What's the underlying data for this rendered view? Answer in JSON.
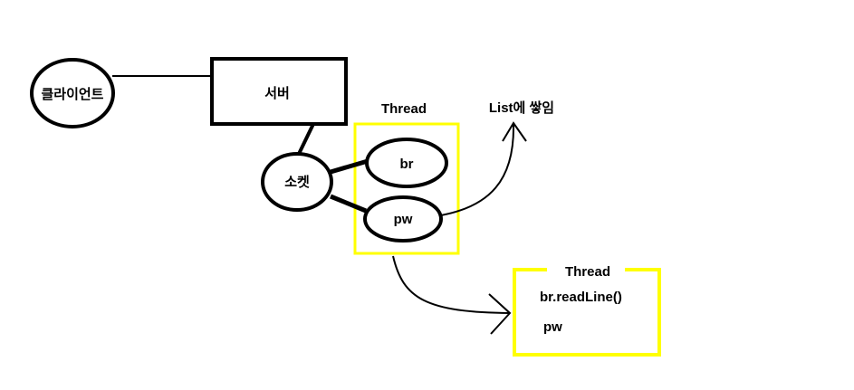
{
  "nodes": {
    "client": "클라이언트",
    "server": "서버",
    "socket": "소켓",
    "br": "br",
    "pw": "pw"
  },
  "thread1": {
    "title": "Thread"
  },
  "list_label": "List에 쌓임",
  "thread2": {
    "title": "Thread",
    "line1": "br.readLine()",
    "line2": "pw"
  },
  "colors": {
    "highlight": "#ffff00",
    "ink": "#000000"
  }
}
